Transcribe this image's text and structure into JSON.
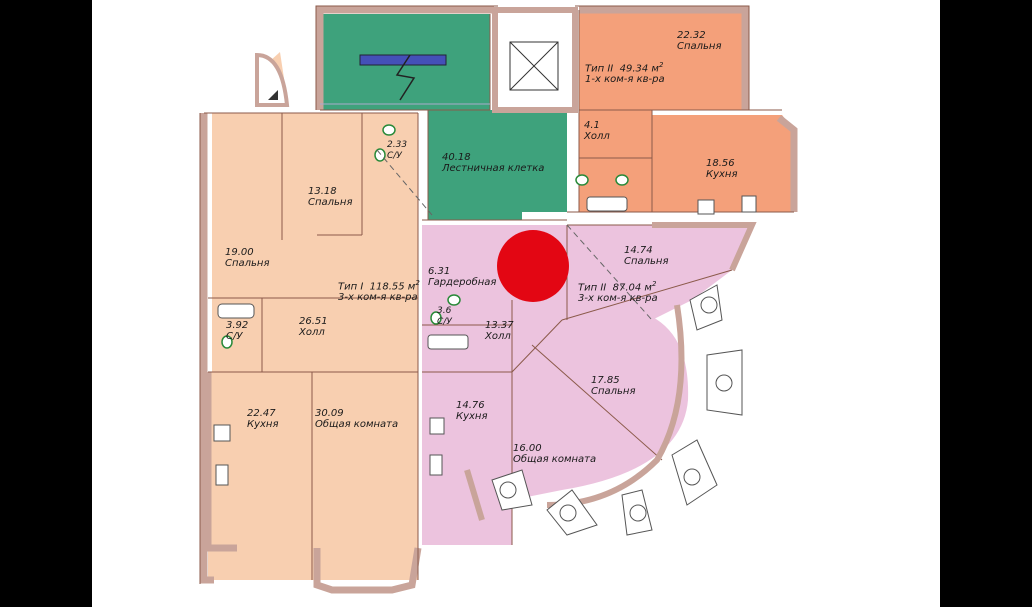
{
  "colors": {
    "apt_type1": "#f8cfb0",
    "apt_type2_1room": "#f4a07a",
    "apt_type2_3room": "#ecc3de",
    "stair": "#3ea27c",
    "wall": "#c9a49a",
    "marker": "#e30613"
  },
  "rooms": {
    "bedroom_13": {
      "area": "13.18",
      "name": "Спальня"
    },
    "bedroom_19": {
      "area": "19.00",
      "name": "Спальня"
    },
    "bath_233": {
      "area": "2.33",
      "name": "С/У"
    },
    "stair": {
      "area": "40.18",
      "name": "Лестничная клетка"
    },
    "bedroom_2232": {
      "area": "22.32",
      "name": "Спальня"
    },
    "hall_41": {
      "area": "4.1",
      "name": "Холл"
    },
    "kitchen_1856": {
      "area": "18.56",
      "name": "Кухня"
    },
    "bedroom_1474": {
      "area": "14.74",
      "name": "Спальня"
    },
    "closet": {
      "area": "6.31",
      "name": "Гардеробная"
    },
    "bath_36": {
      "area": "3.6",
      "name": "С/У"
    },
    "hall_1337": {
      "area": "13.37",
      "name": "Холл"
    },
    "bath_392": {
      "area": "3.92",
      "name": "С/У"
    },
    "hall_2651": {
      "area": "26.51",
      "name": "Холл"
    },
    "kitchen_2247": {
      "area": "22.47",
      "name": "Кухня"
    },
    "living_3009": {
      "area": "30.09",
      "name": "Общая комната"
    },
    "kitchen_1476": {
      "area": "14.76",
      "name": "Кухня"
    },
    "bedroom_1785": {
      "area": "17.85",
      "name": "Спальня"
    },
    "living_1600": {
      "area": "16.00",
      "name": "Общая комната"
    }
  },
  "apartments": {
    "type1": {
      "type": "Тип I",
      "area": "118.55 м",
      "rooms": "3-х ком-я кв-ра"
    },
    "type2_small": {
      "type": "Тип II",
      "area": "49.34 м",
      "rooms": "1-х ком-я кв-ра"
    },
    "type2_large": {
      "type": "Тип II",
      "area": "87.04 м",
      "rooms": "3-х ком-я кв-ра"
    }
  },
  "sup2": "2"
}
